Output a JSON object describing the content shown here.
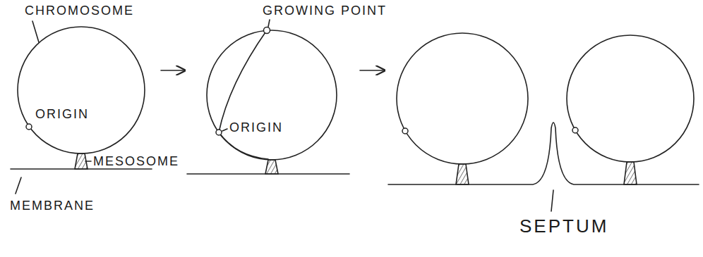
{
  "diagram": {
    "labels": [
      "CHROMOSOME",
      "GROWING POINT",
      "ORIGIN",
      "ORIGIN",
      "MESOSOME",
      "MEMBRANE",
      "SEPTUM"
    ]
  }
}
